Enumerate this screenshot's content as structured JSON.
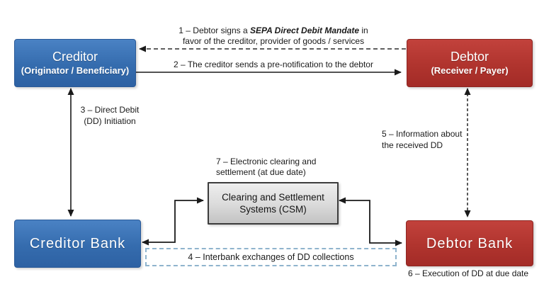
{
  "boxes": {
    "creditor": {
      "title": "Creditor",
      "subtitle": "(Originator / Beneficiary)"
    },
    "debtor": {
      "title": "Debtor",
      "subtitle": "(Receiver / Payer)"
    },
    "creditor_bank": {
      "title": "Creditor Bank"
    },
    "debtor_bank": {
      "title": "Debtor Bank"
    },
    "csm": {
      "line1": "Clearing and Settlement",
      "line2": "Systems (CSM)"
    }
  },
  "steps": {
    "step1": {
      "prefix": "1 – Debtor signs a ",
      "emphasis": "SEPA Direct Debit Mandate",
      "suffix": " in",
      "line2": "favor of the creditor, provider of goods / services"
    },
    "step2": "2 – The creditor sends a pre-notification to the debtor",
    "step3": {
      "line1": "3 – Direct Debit",
      "line2": "(DD) Initiation"
    },
    "step4": "4 – Interbank exchanges of DD collections",
    "step5": {
      "line1": "5 – Information about",
      "line2": "the received DD"
    },
    "step6": "6 – Execution of DD at due date",
    "step7": {
      "line1": "7 – Electronic clearing and",
      "line2": "settlement (at due date)"
    }
  },
  "colors": {
    "creditor_blue": "#3a6fb2",
    "debtor_red": "#b33430",
    "csm_gray": "#d8d8d8",
    "interbank_dash_border": "#8fb4cd",
    "connector_black": "#1a1a1a"
  }
}
